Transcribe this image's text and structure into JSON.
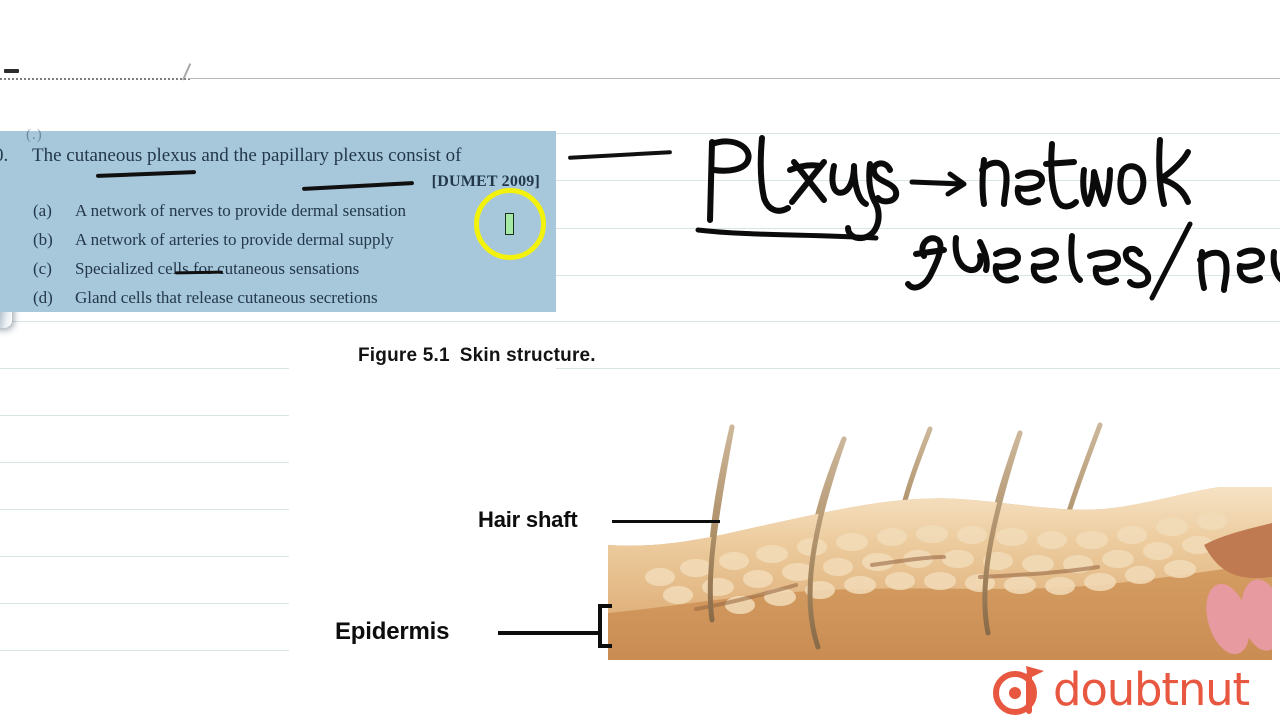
{
  "page": {
    "background_color": "#ffffff",
    "ruled_line_color": "#d9e4e4"
  },
  "question_card": {
    "background_color": "#a7c7db",
    "text_color": "#23384a",
    "number": "0.",
    "stem": "The cutaneous plexus and the papillary plexus consist of",
    "source_tag": "[DUMET 2009]",
    "clipped_top_text": "(.)",
    "options": [
      {
        "label": "(a)",
        "text": "A network of nerves to provide dermal sensation"
      },
      {
        "label": "(b)",
        "text": "A network of arteries to provide dermal supply"
      },
      {
        "label": "(c)",
        "text": "Specialized cells for cutaneous sensations"
      },
      {
        "label": "(d)",
        "text": "Gland cells that release cutaneous secretions"
      }
    ],
    "underlined_phrases": [
      "cutaneous plexus",
      "papillary plexus",
      "cells"
    ]
  },
  "cursor": {
    "ring_color": "#f2f20d",
    "caret_color": "#a6e8a6"
  },
  "handwritten_note": {
    "line_1": "Plexus → network",
    "line_2": "of vessels/nerves",
    "ink_color": "#0b0b0b",
    "underlined_word": "Plexus"
  },
  "figure": {
    "caption_number": "Figure 5.1",
    "caption_title": "Skin structure.",
    "labels": [
      {
        "name": "Hair shaft"
      },
      {
        "name": "Epidermis"
      }
    ],
    "hair_count": 5,
    "skin_color": "#e3b27c",
    "papillae_color": "#e79a9f"
  },
  "watermark": {
    "brand": "doubtnut",
    "color": "#e8573f"
  }
}
